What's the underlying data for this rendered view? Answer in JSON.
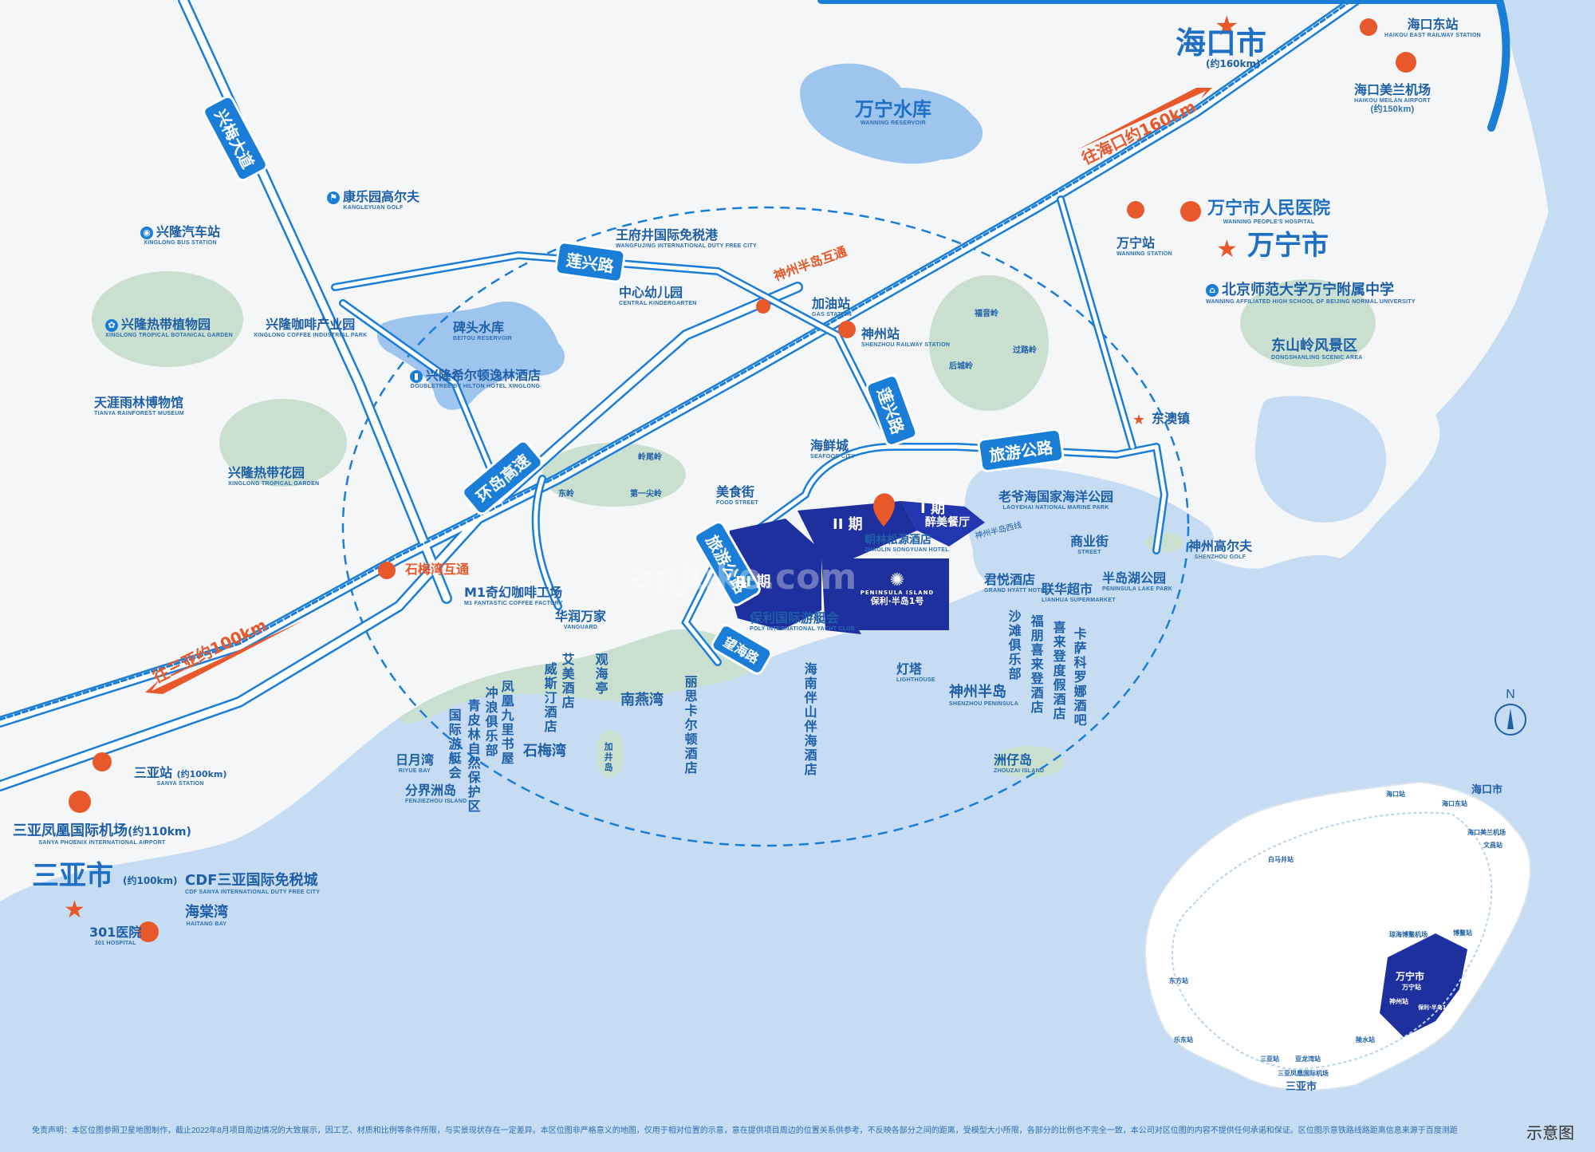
{
  "cities": {
    "haikou": {
      "name": "海口市",
      "note": "(约160km)"
    },
    "wanning": {
      "name": "万宁市"
    },
    "sanya": {
      "name": "三亚市",
      "note": "(约100km)"
    }
  },
  "roads": {
    "xingmei": "兴梅大道",
    "lianxing1": "莲兴路",
    "lianxing2": "莲兴路",
    "huandao": "环岛高速",
    "lvyou1": "旅游公路",
    "lvyou2": "旅游公路",
    "wanghai": "望海路"
  },
  "directions": {
    "to_haikou": "往海口约160km",
    "to_sanya": "往三亚约100km"
  },
  "interchanges": {
    "shenzhou": "神州半岛互通",
    "shimeiwan": "石梅湾互通"
  },
  "transport": {
    "haikou_east": {
      "name": "海口东站",
      "en": "HAIKOU EAST RAILWAY STATION"
    },
    "meilan": {
      "name": "海口美兰机场",
      "en": "HAIKOU MEILAN AIRPORT",
      "note": "(约150km)"
    },
    "wanning_station": {
      "name": "万宁站",
      "en": "WANNING STATION"
    },
    "shenzhou_station": {
      "name": "神州站",
      "en": "SHENZHOU RAILWAY STATION"
    },
    "sanya_station": {
      "name": "三亚站",
      "en": "SANYA STATION",
      "note": "(约100km)"
    },
    "phoenix_airport": {
      "name": "三亚凤凰国际机场",
      "en": "SANYA PHOENIX INTERNATIONAL AIRPORT",
      "note": "(约110km)"
    },
    "xinglong_bus": {
      "name": "兴隆汽车站",
      "en": "XINGLONG BUS STATION"
    },
    "gas": {
      "name": "加油站",
      "en": "GAS STATION"
    }
  },
  "pois": {
    "wanning_reservoir": {
      "name": "万宁水库",
      "en": "WANNING RESERVOIR"
    },
    "beitou_reservoir": {
      "name": "碑头水库",
      "en": "BEITOU RESERVOIR"
    },
    "kangleyuan": {
      "name": "康乐园高尔夫",
      "en": "KANGLEYUAN GOLF"
    },
    "botanical": {
      "name": "兴隆热带植物园",
      "en": "XINGLONG TROPICAL BOTANICAL GARDEN"
    },
    "coffee_park": {
      "name": "兴隆咖啡产业园",
      "en": "XINGLONG COFFEE INDUSTRIAL PARK"
    },
    "rainforest": {
      "name": "天涯雨林博物馆",
      "en": "TIANYA RAINFOREST MUSEUM"
    },
    "tropical_garden": {
      "name": "兴隆热带花园",
      "en": "XINGLONG TROPICAL GARDEN"
    },
    "wangfujing": {
      "name": "王府井国际免税港",
      "en": "WANGFUJING INTERNATIONAL DUTY FREE CITY"
    },
    "kindergarten": {
      "name": "中心幼儿园",
      "en": "CENTRAL KINDERGARTEN"
    },
    "hilton": {
      "name": "兴隆希尔顿逸林酒店",
      "en": "DOUBLETREE BY HILTON HOTEL XINGLONG"
    },
    "hospital": {
      "name": "万宁市人民医院",
      "en": "WANNING PEOPLE'S HOSPITAL"
    },
    "bnu_school": {
      "name": "北京师范大学万宁附属中学",
      "en": "WANNING AFFILIATED HIGH SCHOOL OF BEIJING NORMAL UNIVERSITY"
    },
    "dongshanling": {
      "name": "东山岭风景区",
      "en": "DONGSHANLING SCENIC AREA"
    },
    "dongao": {
      "name": "东澳镇"
    },
    "seafood": {
      "name": "海鲜城",
      "en": "SEAFOOD CITY"
    },
    "food_street": {
      "name": "美食街",
      "en": "FOOD STREET"
    },
    "laoye_park": {
      "name": "老爷海国家海洋公园",
      "en": "LAOYEHAI NATIONAL MARINE PARK"
    },
    "commercial": {
      "name": "商业街",
      "en": "STREET"
    },
    "hyatt": {
      "name": "君悦酒店",
      "en": "GRAND HYATT HOTEL"
    },
    "lianhua": {
      "name": "联华超市",
      "en": "LIANHUA SUPERMARKET"
    },
    "lake_park": {
      "name": "半岛湖公园",
      "en": "PENINSULA LAKE PARK"
    },
    "golf": {
      "name": "神州高尔夫",
      "en": "SHENZHOU GOLF"
    },
    "shenzhou_west": {
      "name": "神州半岛西线"
    },
    "beach_club": {
      "name": "沙滩俱乐部"
    },
    "four_points": {
      "name": "福朋喜来登酒店"
    },
    "holiday_inn": {
      "name": "喜来登度假酒店"
    },
    "casa_bar": {
      "name": "卡萨科罗娜酒吧"
    },
    "lighthouse": {
      "name": "灯塔",
      "en": "LIGHTHOUSE"
    },
    "shenzhou_peninsula": {
      "name": "神州半岛",
      "en": "SHENZHOU PENINSULA"
    },
    "zhouzai": {
      "name": "洲仔岛",
      "en": "ZHOUZAI ISLAND"
    },
    "songyuan": {
      "name": "朝林松源酒店",
      "en": "ZHAOLIN SONGYUAN HOTEL"
    },
    "zuimei": {
      "name": "醉美餐厅"
    },
    "yacht": {
      "name": "保利国际游艇会",
      "en": "POLY INTERNATIONAL YACHT CLUB"
    },
    "banshan": {
      "name": "海南伴山伴海酒店"
    },
    "ritz": {
      "name": "丽思卡尔顿酒店"
    },
    "nanyan": {
      "name": "南燕湾"
    },
    "guanhai": {
      "name": "观海亭"
    },
    "aimei": {
      "name": "艾美酒店"
    },
    "westin": {
      "name": "威斯汀酒店"
    },
    "shimeiwan": {
      "name": "石梅湾"
    },
    "phoenix9": {
      "name": "凤凰九里书屋"
    },
    "surf": {
      "name": "冲浪俱乐部"
    },
    "qingpilin": {
      "name": "青皮林自然保护区"
    },
    "yacht2": {
      "name": "国际游艇会"
    },
    "riyue": {
      "name": "日月湾",
      "en": "RIYUE BAY"
    },
    "fenjiezhou": {
      "name": "分界洲岛",
      "en": "FENJIEZHOU ISLAND"
    },
    "jiajing": {
      "name": "加井岛"
    },
    "m1coffee": {
      "name": "M1奇幻咖啡工场",
      "en": "M1 FANTASTIC COFFEE FACTORY"
    },
    "vanguard": {
      "name": "华润万家",
      "en": "VANGUARD"
    },
    "cdf": {
      "name": "CDF三亚国际免税城",
      "en": "CDF SANYA INTERNATIONAL DUTY FREE CITY"
    },
    "haitang": {
      "name": "海棠湾",
      "en": "HAITANG BAY"
    },
    "h301": {
      "name": "301医院",
      "en": "301 HOSPITAL"
    },
    "lingweiling": {
      "name": "岭尾岭"
    },
    "dongling": {
      "name": "东岭"
    },
    "diyijian": {
      "name": "第一尖岭"
    },
    "fuyinling": {
      "name": "福音岭"
    },
    "guolu": {
      "name": "过路岭"
    },
    "houchengling": {
      "name": "后城岭"
    }
  },
  "project": {
    "phase1": "I 期",
    "phase2": "II 期",
    "phase3": "III 期",
    "brand_en": "PENINSULA ISLAND",
    "brand_cn": "保利·半岛1号",
    "watermark": "anjuke.com"
  },
  "inset": {
    "haikou": "海口市",
    "haikou_station": "海口站",
    "haikou_east": "海口东站",
    "meilan": "海口美兰机场",
    "wanning": "万宁市",
    "wanning_station": "万宁站",
    "shenzhou": "神州站",
    "sanya": "三亚市",
    "sanya_airport": "三亚凤凰国际机场",
    "wenchang": "文昌站",
    "boao": "琼海博鳌机场",
    "bo": "博鳌站",
    "dongfang": "东方站",
    "ledong": "乐东站",
    "lingshui": "陵水站",
    "sanya_st": "三亚站",
    "yalong": "亚龙湾站",
    "baisha": "白马井站",
    "project": "保利·半岛1号"
  },
  "north": "N",
  "legend": "示意图",
  "disclaimer": "免责声明：本区位图参照卫星地图制作，截止2022年8月项目周边情况的大致展示，因工艺、材质和比例等条件所限，与实景现状存在一定差异。本区位图非严格意义的地图，仅用于相对位置的示意，意在提供项目周边的位置关系供参考，不反映各部分之间的距离，受模型大小所限，各部分的比例也不完全一致，本公司对区位图的内容不提供任何承诺和保证。区位图示意铁路线路距离信息来源于百度测距",
  "colors": {
    "sea": "#c5dcf3",
    "land": "#f4f6f8",
    "road": "#1a7dd8",
    "accent": "#e8582b",
    "project": "#1e2f9e",
    "green": "#c9dfcf"
  }
}
